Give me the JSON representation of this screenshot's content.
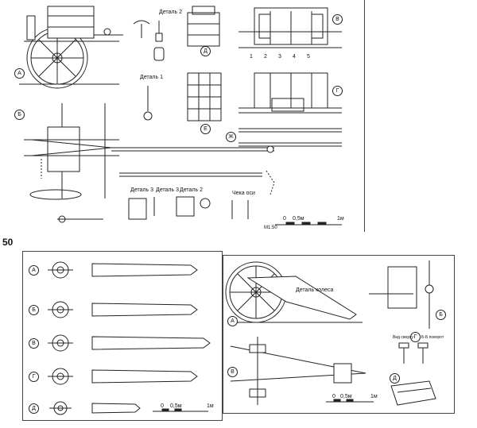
{
  "figure_number": "50",
  "top_sheet": {
    "views": [
      "А",
      "Б",
      "В",
      "Г",
      "Д",
      "Е",
      "Ж"
    ],
    "detail_labels": [
      "Деталь 2",
      "Деталь 1",
      "Деталь 3",
      "Деталь 3",
      "Деталь 2",
      "Чека оси"
    ],
    "scale": {
      "start": "0",
      "mid": "0,5м",
      "end": "1м",
      "prefix": "М1:50"
    },
    "callouts": [
      "1",
      "2",
      "3",
      "4",
      "5"
    ]
  },
  "bottom_left_sheet": {
    "rows": [
      "А",
      "Б",
      "В",
      "Г",
      "Д"
    ],
    "scale": {
      "start": "0",
      "mid": "0,5м",
      "end": "1м"
    }
  },
  "bottom_right_sheet": {
    "views": [
      "А",
      "Б",
      "В",
      "Г",
      "Д"
    ],
    "annotations": [
      "Деталь колеса",
      "Вид сверху",
      "Б-Б поворот"
    ],
    "scale": {
      "start": "0",
      "mid": "0,5м",
      "end": "1м"
    }
  }
}
